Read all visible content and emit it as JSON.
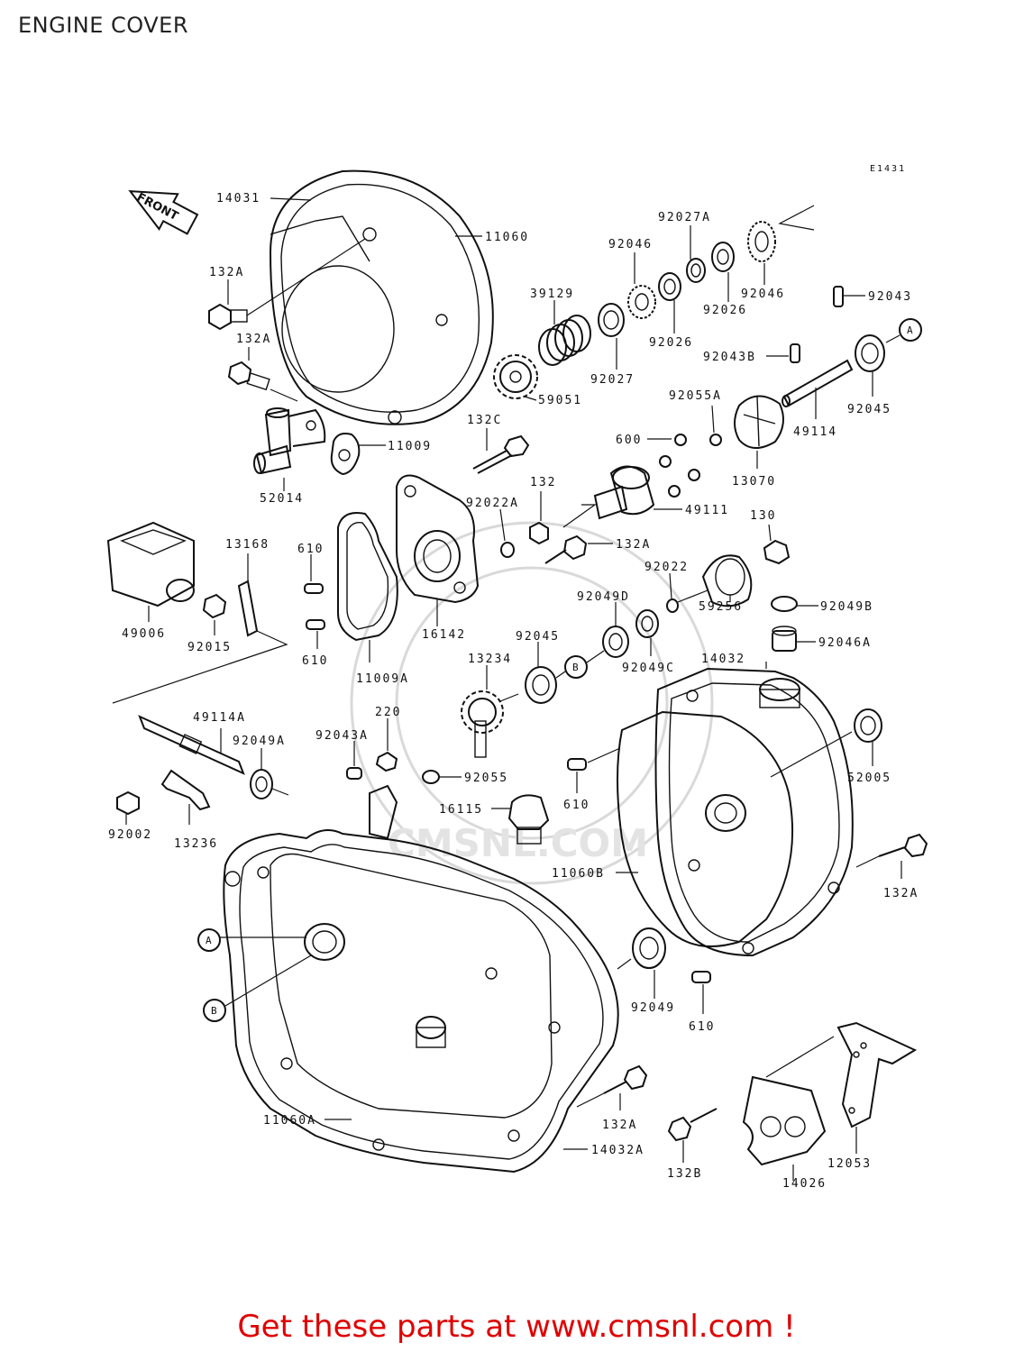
{
  "title": "ENGINE COVER",
  "diagram_ref": "E1431",
  "front_label": "FRONT",
  "promo_text": "Get these parts at www.cmsnl.com !",
  "watermark_text": "CMSNL.COM",
  "callouts": {
    "A": "A",
    "B": "B"
  },
  "parts": {
    "p14031": "14031",
    "p11060": "11060",
    "p132A_1": "132A",
    "p132A_2": "132A",
    "p52014": "52014",
    "p11009": "11009",
    "p39129": "39129",
    "p59051": "59051",
    "p92027A": "92027A",
    "p92046_1": "92046",
    "p92046_2": "92046",
    "p92026_1": "92026",
    "p92026_2": "92026",
    "p92027": "92027",
    "p92043": "92043",
    "p92043B": "92043B",
    "p92045_1": "92045",
    "p49114": "49114",
    "p92055A": "92055A",
    "p13070": "13070",
    "p600": "600",
    "p132C": "132C",
    "p92022A": "92022A",
    "p132": "132",
    "p49111": "49111",
    "p130": "130",
    "p132A_3": "132A",
    "p92022": "92022",
    "p59256": "59256",
    "p92049B": "92049B",
    "p92046A": "92046A",
    "p92049D": "92049D",
    "p92049C": "92049C",
    "p14032": "14032",
    "p13168": "13168",
    "p49006": "49006",
    "p92015": "92015",
    "p610_1": "610",
    "p610_2": "610",
    "p11009A": "11009A",
    "p16142": "16142",
    "p92045_2": "92045",
    "p13234": "13234",
    "p49114A": "49114A",
    "p92049A": "92049A",
    "p92043A": "92043A",
    "p220": "220",
    "p92055": "92055",
    "p16115": "16115",
    "p610_3": "610",
    "p52005": "52005",
    "p92002": "92002",
    "p13236": "13236",
    "p11060B": "11060B",
    "p132A_4": "132A",
    "p92049": "92049",
    "p610_4": "610",
    "p11060A": "11060A",
    "p132A_5": "132A",
    "p14032A": "14032A",
    "p132B": "132B",
    "p14026": "14026",
    "p12053": "12053"
  }
}
